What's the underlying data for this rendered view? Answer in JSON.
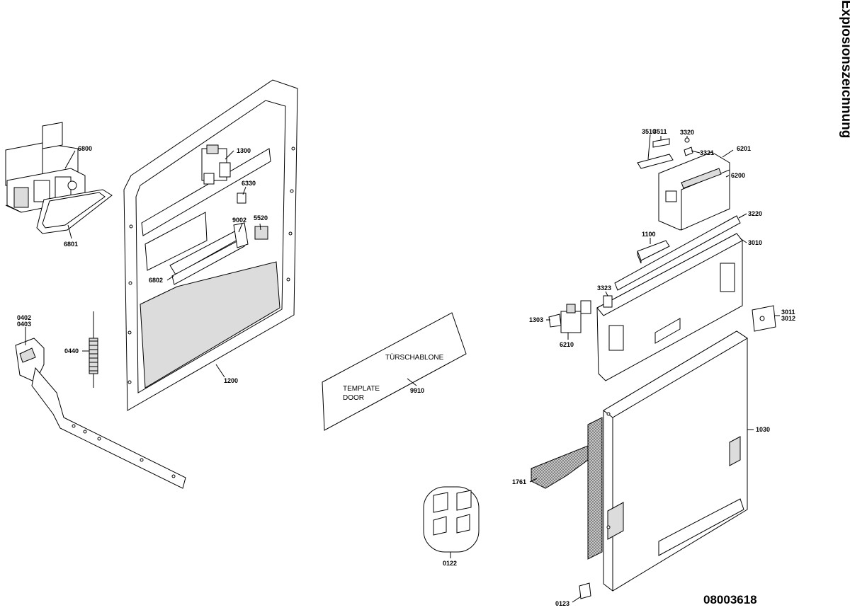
{
  "diagram": {
    "title": "Explosionszeichnung",
    "document_number": "08003618",
    "template_labels": {
      "de": "TÜRSCHABLONE",
      "en_line1": "TEMPLATE",
      "en_line2": "DOOR"
    },
    "part_numbers": [
      "6800",
      "6801",
      "1300",
      "6330",
      "9002",
      "5520",
      "6802",
      "0402",
      "0403",
      "0440",
      "1200",
      "9910",
      "3511",
      "3320",
      "3510",
      "3321",
      "6201",
      "6200",
      "3220",
      "1100",
      "3010",
      "3323",
      "1303",
      "6210",
      "3011",
      "3012",
      "1030",
      "1761",
      "0122",
      "0123"
    ]
  }
}
